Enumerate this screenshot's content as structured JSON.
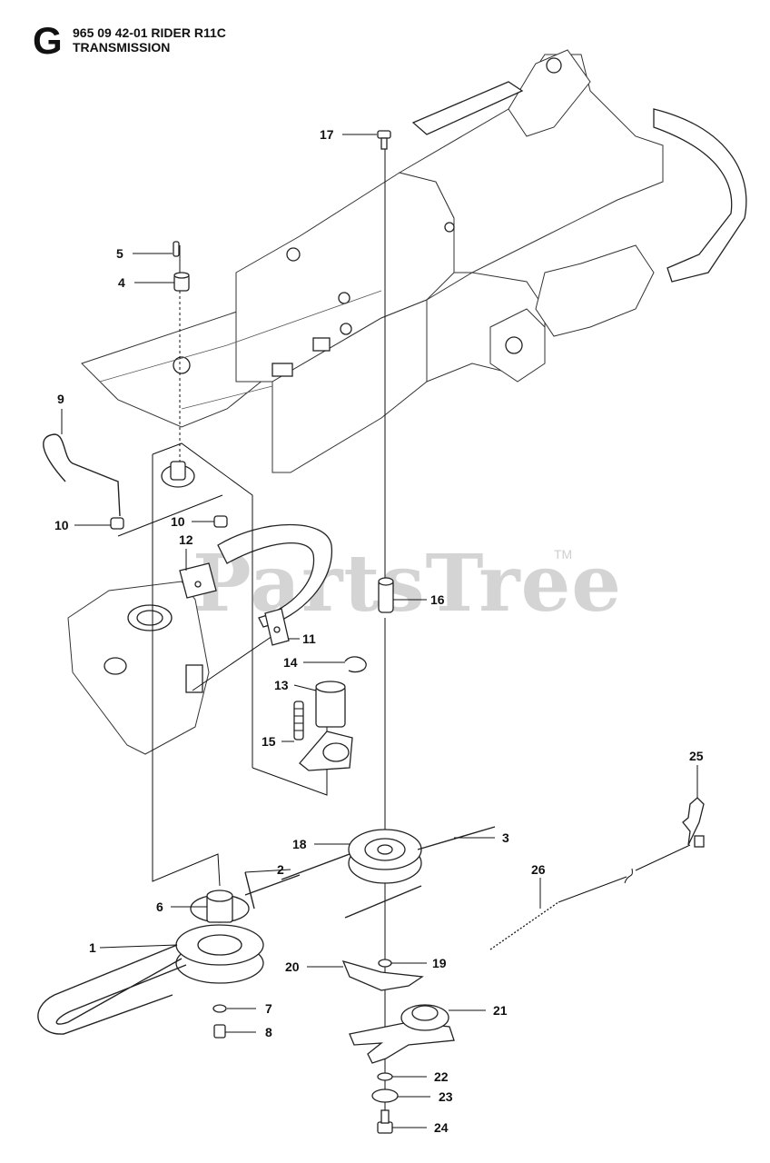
{
  "header": {
    "section_letter": "G",
    "model": "965 09 42-01 RIDER R11C",
    "title": "TRANSMISSION"
  },
  "watermark": {
    "text": "PartsTree",
    "tm": "TM"
  },
  "callouts": {
    "c1": "1",
    "c2": "2",
    "c3": "3",
    "c4": "4",
    "c5": "5",
    "c6": "6",
    "c7": "7",
    "c8": "8",
    "c9": "9",
    "c10a": "10",
    "c10b": "10",
    "c11": "11",
    "c12": "12",
    "c13": "13",
    "c14": "14",
    "c15": "15",
    "c16": "16",
    "c17": "17",
    "c18": "18",
    "c19": "19",
    "c20": "20",
    "c21": "21",
    "c22": "22",
    "c23": "23",
    "c24": "24",
    "c25": "25",
    "c26": "26"
  }
}
